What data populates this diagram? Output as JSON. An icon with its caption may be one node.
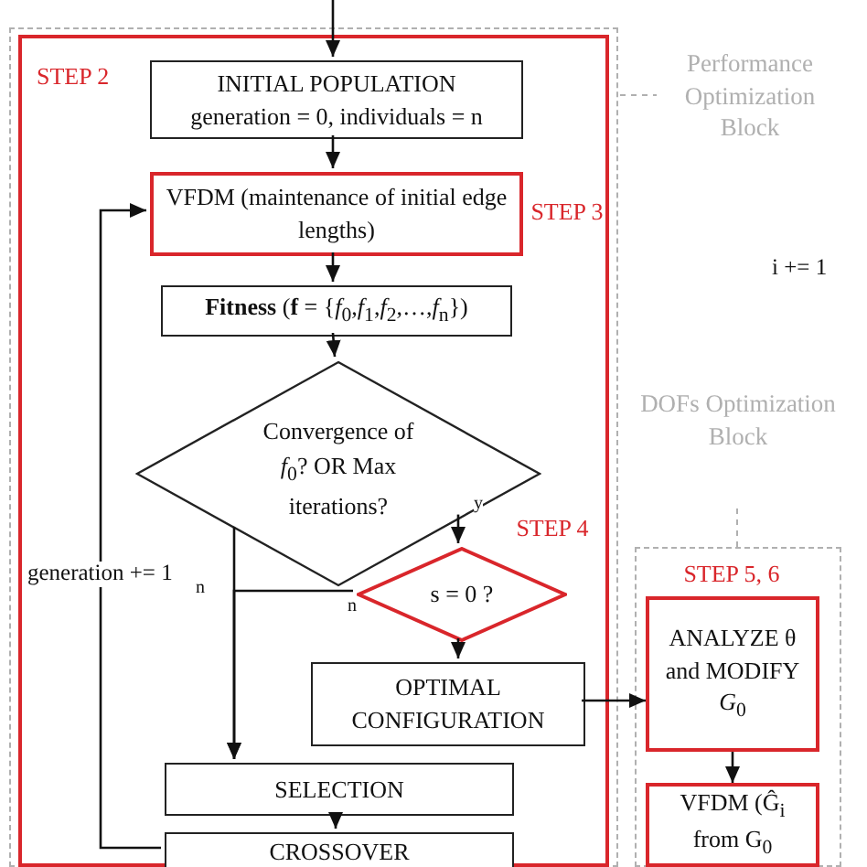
{
  "diagram": {
    "nodes": [
      {
        "text": [
          "Performance Optimization Block"
        ]
      },
      {
        "text": [
          "STEP 2"
        ],
        "in": 0
      },
      {
        "text": [
          "INITIAL POPULATION",
          "generation = 0, individuals = n"
        ],
        "in": 1
      },
      {
        "text": [
          "VFDM (maintenance of initial edge lengths)"
        ],
        "in": 1,
        "beside": [
          "STEP 3"
        ]
      },
      {
        "text": [
          "**Fitness** (**f** = {*f*$_{0}$,*f*$_{1}$,*f*$_{2}$,…,*f*$_{n}$})"
        ],
        "in": 1
      },
      {
        "text": [
          "Convergence of *f*$_{0}$? OR Max iterations?"
        ],
        "in": 1
      },
      {
        "text": [
          "s = 0 ?"
        ],
        "in": 1,
        "beside": [
          "STEP 4"
        ]
      },
      {
        "text": [
          "OPTIMAL CONFIGURATION"
        ],
        "in": 1
      },
      {
        "text": [
          "SELECTION"
        ],
        "in": 1
      },
      {
        "text": [
          "CROSSOVER"
        ],
        "in": 1
      },
      {
        "text": [
          "DOFs Optimization Block"
        ]
      },
      {
        "text": [
          "ANALYZE θ and MODIFY *G*$_{0}$"
        ],
        "in": 10,
        "beside": [
          "STEP 5, 6"
        ]
      },
      {
        "text": [
          "VFDM (Ĝ$_{i}$ from G$_{0}$"
        ],
        "in": 10
      }
    ],
    "edges": [
      {
        "from": null,
        "to": 2,
        "arrow": "to"
      },
      {
        "from": 2,
        "to": 3,
        "arrow": "to"
      },
      {
        "from": 3,
        "to": 4,
        "arrow": "to"
      },
      {
        "from": 4,
        "to": 5,
        "arrow": "to"
      },
      {
        "from": 5,
        "to": 6,
        "arrow": "to",
        "label": "y"
      },
      {
        "from": 6,
        "to": 7,
        "arrow": "to"
      },
      {
        "from": 6,
        "to": 8,
        "arrow": "to",
        "label": "n"
      },
      {
        "from": 5,
        "to": 8,
        "arrow": "to",
        "label": "n"
      },
      {
        "from": 7,
        "to": 11,
        "arrow": "to"
      },
      {
        "from": 11,
        "to": 12,
        "arrow": "to"
      },
      {
        "from": 8,
        "to": 9,
        "arrow": "to"
      },
      {
        "from": 9,
        "to": 3,
        "arrow": "to",
        "label": "generation += 1"
      }
    ],
    "labels": [
      "i += 1"
    ]
  }
}
